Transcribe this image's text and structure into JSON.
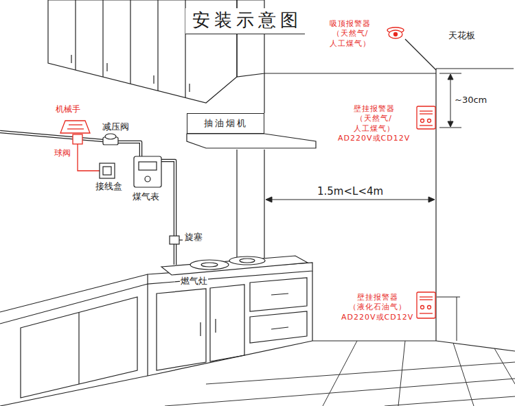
{
  "diagram": {
    "title": "安装示意图",
    "nodes": [
      {
        "text": [
          "抽油烟机"
        ]
      }
    ],
    "labels": [
      "吸顶报警器 （天然气/ 人工煤气）",
      "天花板",
      "~30cm",
      "壁挂报警器 （天然气/ 人工煤气） AD220V或CD12V",
      "1.5m<L<4m",
      "壁挂报警器 （液化石油气） AD220V或CD12V",
      "机械手",
      "减压阀",
      "球阀",
      "接线盒",
      "煤气表",
      "旋塞",
      "燃气灶"
    ]
  }
}
